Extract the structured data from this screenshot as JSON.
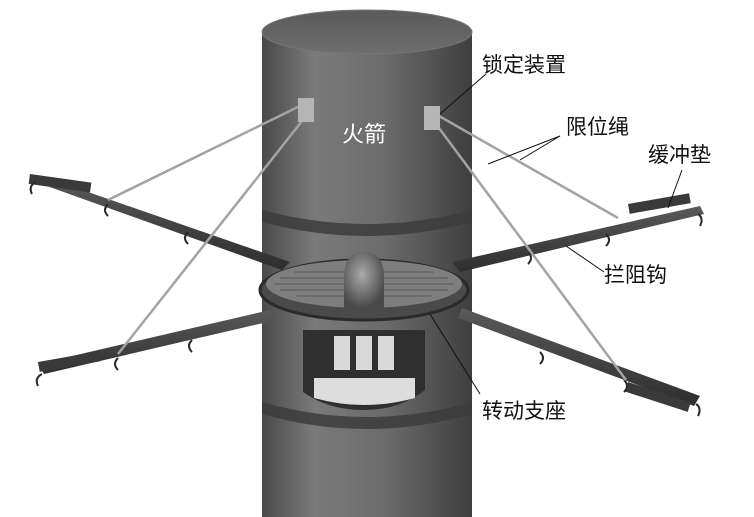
{
  "labels": {
    "rocket": "火箭",
    "locking_device": "锁定装置",
    "limit_rope": "限位绳",
    "buffer_pad": "缓冲垫",
    "arresting_hook": "拦阻钩",
    "rotating_support": "转动支座"
  },
  "colors": {
    "rocket_body": "#6c6c6c",
    "arm": "#3f3f3f",
    "rope": "#9a9a9a",
    "plate": "#555555"
  }
}
